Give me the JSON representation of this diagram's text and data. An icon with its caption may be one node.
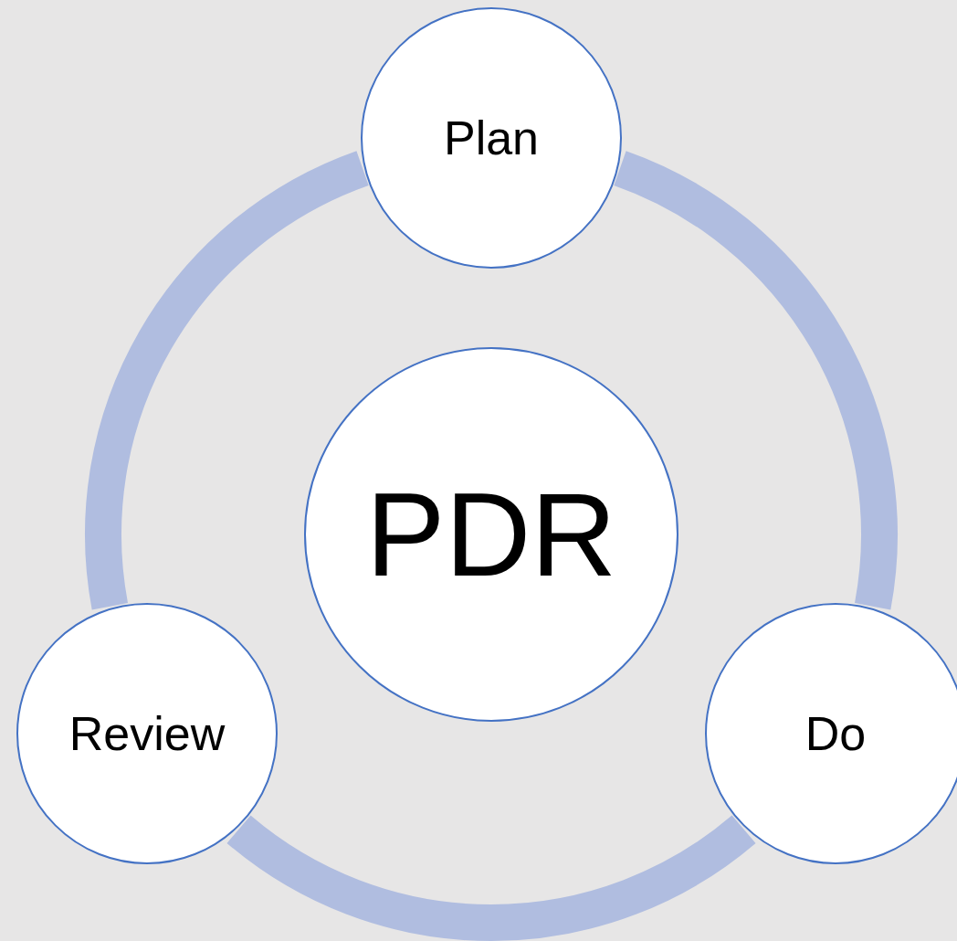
{
  "diagram": {
    "nodes": [
      {
        "text": [
          "Plan"
        ]
      },
      {
        "text": [
          "PDR"
        ]
      },
      {
        "text": [
          "Review"
        ]
      },
      {
        "text": [
          "Do"
        ]
      }
    ],
    "edges": [
      {
        "from": 0,
        "to": 3,
        "arrow": "none"
      },
      {
        "from": 3,
        "to": 2,
        "arrow": "none"
      },
      {
        "from": 2,
        "to": 0,
        "arrow": "none"
      }
    ]
  }
}
